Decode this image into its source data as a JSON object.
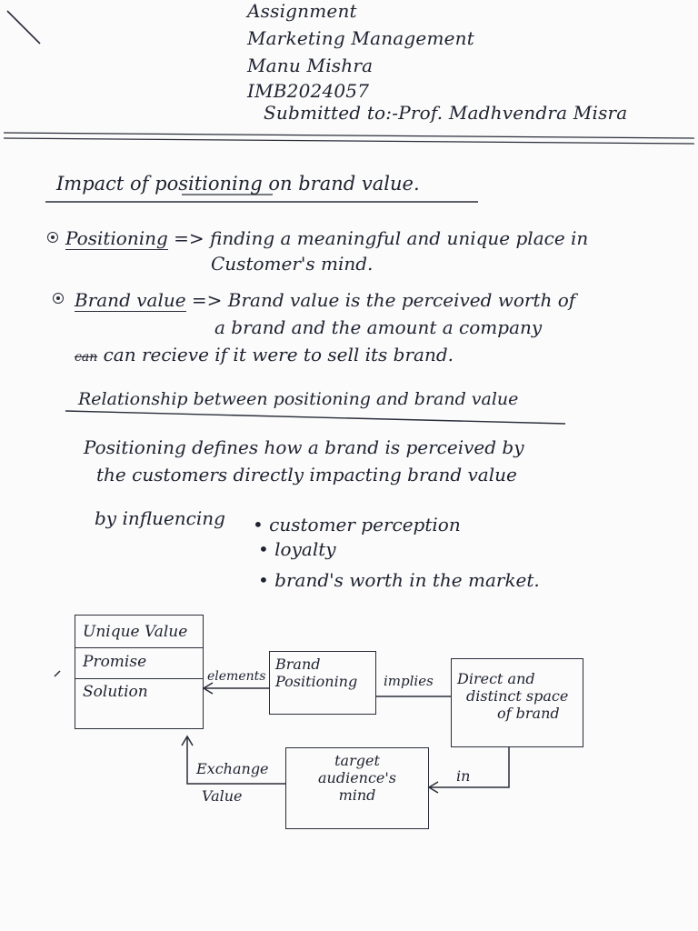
{
  "header": {
    "line1": "Assignment",
    "line2": "Marketing Management",
    "line3": "Manu Mishra",
    "line4": "IMB2024057",
    "line5": "Submitted to:-Prof. Madhvendra Misra"
  },
  "title": "Impact of positioning on brand value.",
  "positioning": {
    "term": "Positioning",
    "arrow": "=>",
    "line1": "finding a meaningful and unique place in",
    "line2": "Customer's mind."
  },
  "brand_value": {
    "term": "Brand value",
    "arrow": "=>",
    "line1": "Brand value is the perceived worth of",
    "line2": "a brand and the amount a company",
    "struck": "can",
    "line3": "can recieve if it were to sell its brand."
  },
  "relationship": {
    "heading": "Relationship between positioning and brand value",
    "line1": "Positioning defines how a brand is perceived by",
    "line2": "the customers directly impacting brand value",
    "line3": "by influencing",
    "points": [
      "customer perception",
      "loyalty",
      "brand's worth in the market."
    ]
  },
  "diagram": {
    "box1_rows": [
      "Unique Value",
      "Promise",
      "Solution"
    ],
    "elements_label": "elements",
    "brand_box": [
      "Brand",
      "Positioning"
    ],
    "implies_label": "implies",
    "distinct_box": [
      "Direct and",
      "distinct space",
      "of brand"
    ],
    "target_box": [
      "target",
      "audience's",
      "mind"
    ],
    "in_label": "in",
    "exchange_label": "Exchange",
    "value_label": "Value"
  }
}
